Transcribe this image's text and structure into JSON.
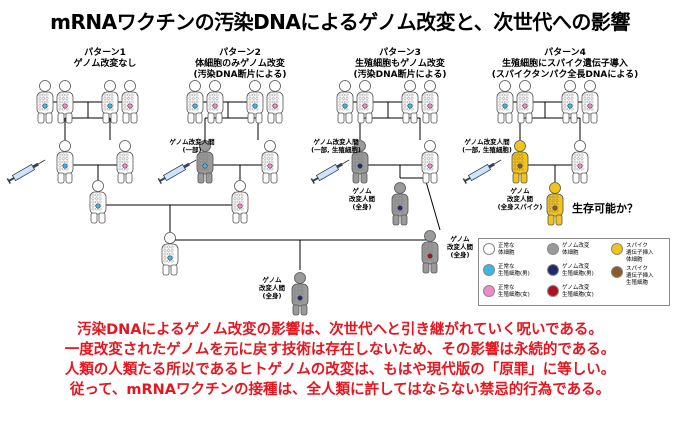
{
  "title": "mRNAワクチンの汚染DNAによるゲノム改変と、次世代への影響",
  "patterns": [
    {
      "label": "パターン1",
      "desc": "ゲノム改変なし",
      "annotations": []
    },
    {
      "label": "パターン2",
      "desc": "体細胞のみゲノム改変\n(汚染DNA断片による)",
      "annotations": [
        "ゲノム改変人間\n(一部)"
      ]
    },
    {
      "label": "パターン3",
      "desc": "生殖細胞もゲノム改変\n(汚染DNA断片による)",
      "annotations": [
        "ゲノム改変人間\n(一部, 生殖細胞)",
        "ゲノム\n改変人間\n(全身)"
      ]
    },
    {
      "label": "パターン4",
      "desc": "生殖細胞にスパイク遺伝子導入\n(スパイクタンパク全長DNAによる)",
      "annotations": [
        "ゲノム改変人間\n(一部, 生殖細胞)",
        "ゲノム\n改変人間\n(全身スパイク)"
      ]
    }
  ],
  "question": "生存可能か？",
  "lower_annotations": [
    "ゲノム\n改変人間\n(全身)",
    "ゲノム\n改変人間\n(全身)"
  ],
  "legend": [
    {
      "label": "正常な\n体細胞",
      "color": "#ffffff"
    },
    {
      "label": "ゲノム改変\n体細胞",
      "color": "#9a9a9a"
    },
    {
      "label": "スパイク\n遺伝子挿入\n体細胞",
      "color": "#f2c318"
    },
    {
      "label": "正常な\n生殖細胞(男)",
      "color": "#3fb4e6"
    },
    {
      "label": "ゲノム改変\n生殖細胞(男)",
      "color": "#1b2b6e"
    },
    {
      "label": "スパイク\n遺伝子挿入\n生殖細胞",
      "color": "#8a5a2a"
    },
    {
      "label": "正常な\n生殖細胞(女)",
      "color": "#ee8ac8"
    },
    {
      "label": "ゲノム改変\n生殖細胞(女)",
      "color": "#b0101e"
    }
  ],
  "bottom_text": [
    "汚染DNAによるゲノム改変の影響は、次世代へと引き継がれていく呪いである。",
    "一度改変されたゲノムを元に戻す技術は存在しないため、その影響は永続的である。",
    "人類の人類たる所以であるヒトゲノムの改変は、もはや現代版の「原罪」に等しい。",
    "従って、mRNAワクチンの接種は、全人類に許してはならない禁忌的行為である。"
  ],
  "colors": {
    "accent_text": "#e8141e"
  }
}
